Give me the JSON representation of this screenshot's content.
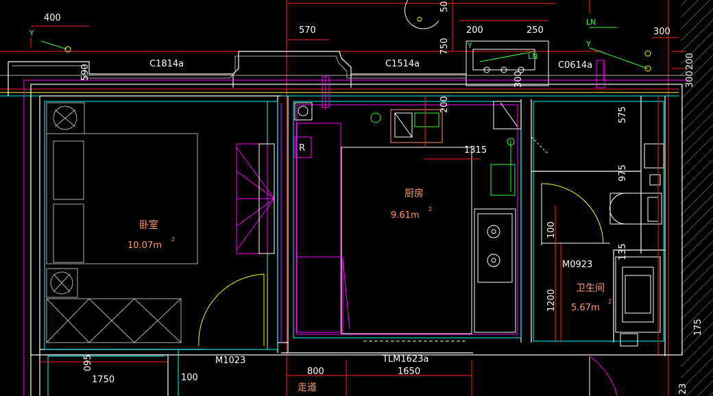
{
  "colors": {
    "background": "#000000",
    "wall": "#ffffff",
    "wall_inner": "#00ffff",
    "dim": "#ff2020",
    "furniture": "#b0b0b0",
    "magenta": "#ff00ff",
    "yellow": "#ffff00",
    "green": "#33ff33",
    "room_text": "#ff9a66"
  },
  "rooms": {
    "bedroom": {
      "name": "卧室",
      "area": "10.07m",
      "sup": "2"
    },
    "kitchen": {
      "name": "厨房",
      "area": "9.61m",
      "sup": "2"
    },
    "bathroom": {
      "name": "卫生间",
      "area": "5.67m",
      "sup": "2"
    }
  },
  "windows": {
    "w1": "C1814a",
    "w2": "C1514a",
    "w3": "C0614a"
  },
  "doors": {
    "d1": "M1023",
    "d2": "M0923",
    "d3": "TLM1623a"
  },
  "corridor": "走道",
  "fixtures": {
    "fridge": "R",
    "fixture_text": "LN",
    "fixture_text2": "LN",
    "y1": "Y",
    "y2": "Y",
    "y3": "Y"
  },
  "dims": {
    "d400": "400",
    "d570": "570",
    "d590": "590",
    "d50": "50",
    "d200a": "200",
    "d250": "250",
    "d750": "750",
    "d300a": "300",
    "d300b": "300",
    "d300c": "300",
    "d200b": "200",
    "d200c": "200",
    "d1315": "1315",
    "d575": "575",
    "d975": "975",
    "d100a": "100",
    "d135": "135",
    "d1200": "1200",
    "d095": "095",
    "d1750": "1750",
    "d100b": "100",
    "d800": "800",
    "d1650": "1650",
    "d175": "175",
    "d23": "23"
  }
}
